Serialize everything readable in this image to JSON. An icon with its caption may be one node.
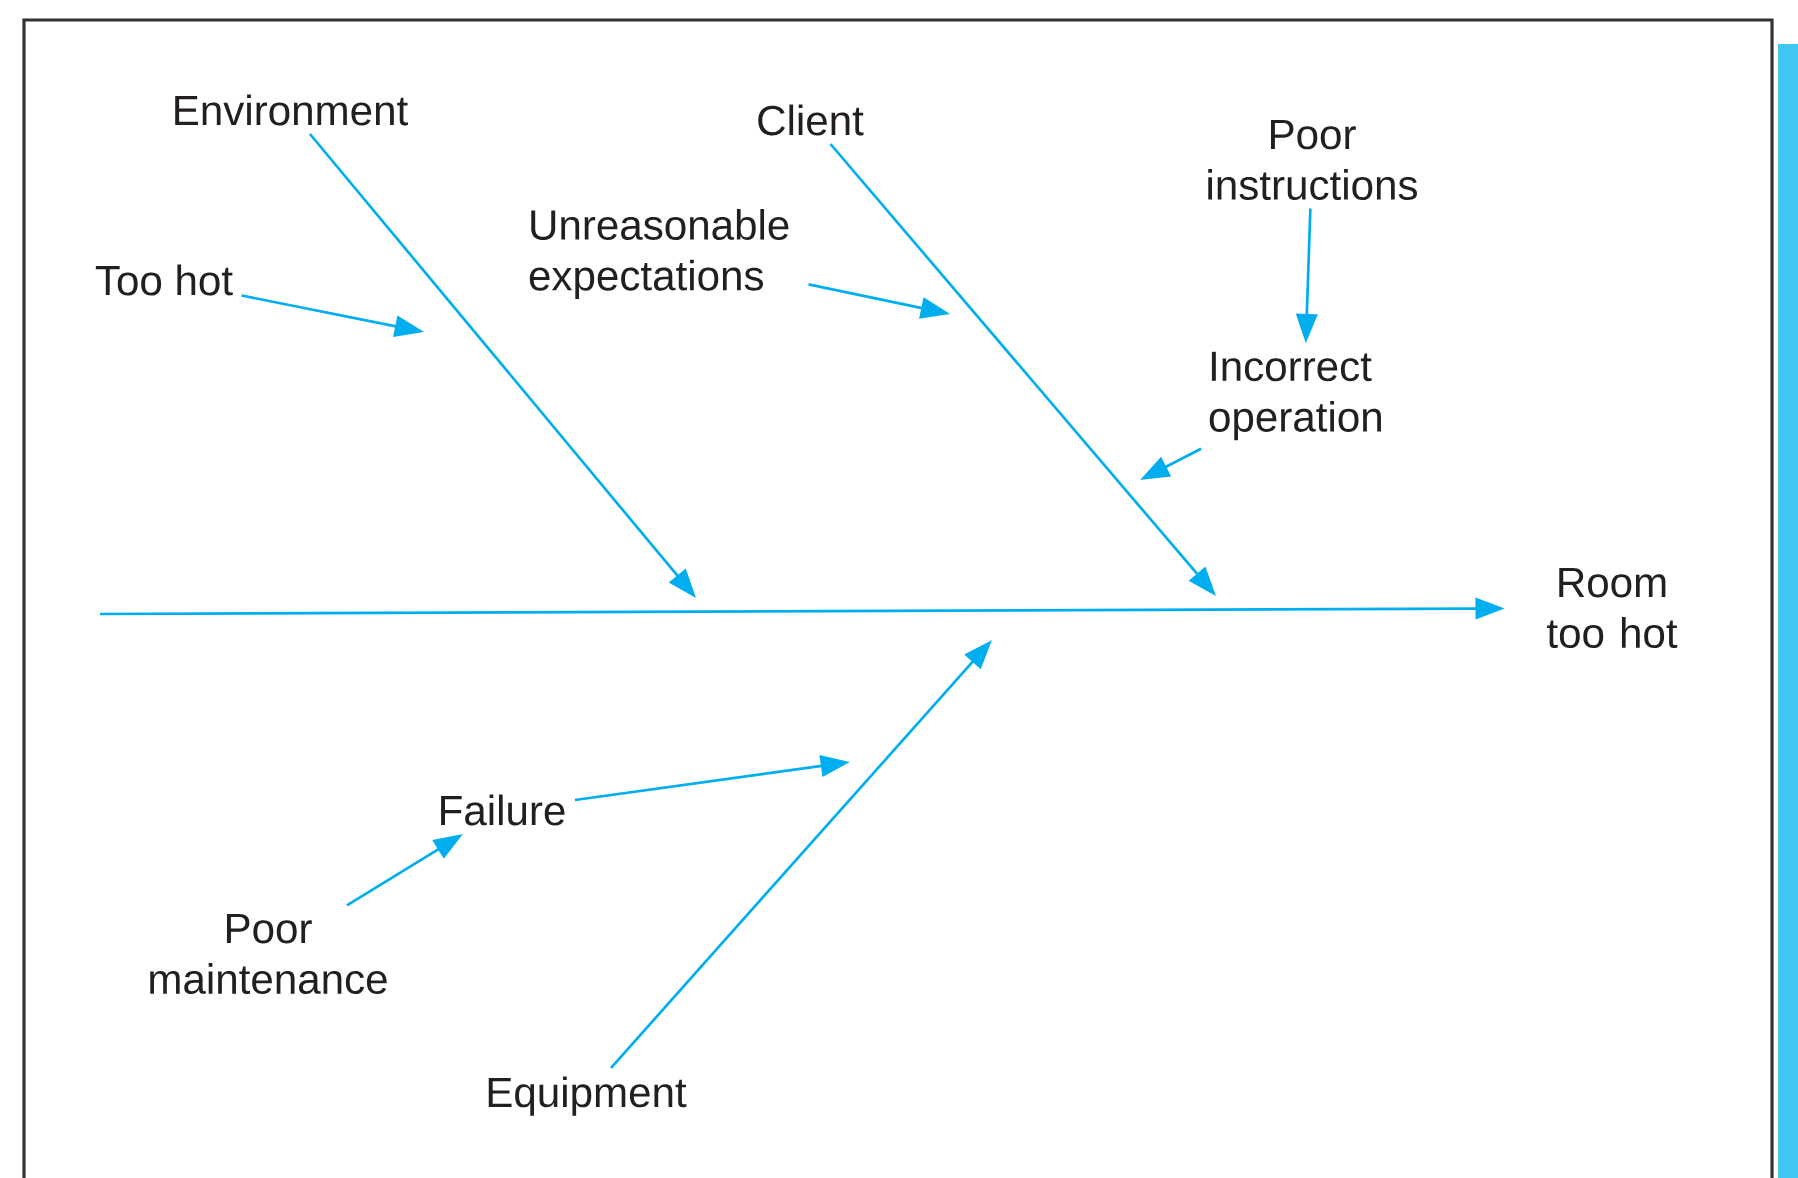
{
  "diagram": {
    "nodes": [
      {
        "text": [
          "Environment"
        ]
      },
      {
        "text": [
          "Too hot"
        ]
      },
      {
        "text": [
          "Client"
        ]
      },
      {
        "text": [
          "Unreasonable expectations"
        ]
      },
      {
        "text": [
          "Poor instructions"
        ]
      },
      {
        "text": [
          "Incorrect operation"
        ]
      },
      {
        "text": [
          "Room too hot"
        ]
      },
      {
        "text": [
          "Failure"
        ]
      },
      {
        "text": [
          "Poor maintenance"
        ]
      },
      {
        "text": [
          "Equipment"
        ]
      }
    ],
    "edges": [
      {
        "from": null,
        "to": 6,
        "arrow": "to"
      },
      {
        "from": 0,
        "to": null,
        "arrow": "to"
      },
      {
        "from": 1,
        "to": null,
        "arrow": "to"
      },
      {
        "from": 2,
        "to": null,
        "arrow": "to"
      },
      {
        "from": 3,
        "to": null,
        "arrow": "to"
      },
      {
        "from": 4,
        "to": 5,
        "arrow": "to"
      },
      {
        "from": 5,
        "to": null,
        "arrow": "to"
      },
      {
        "from": 9,
        "to": null,
        "arrow": "to"
      },
      {
        "from": 7,
        "to": null,
        "arrow": "to"
      },
      {
        "from": 8,
        "to": 7,
        "arrow": "to"
      }
    ]
  }
}
